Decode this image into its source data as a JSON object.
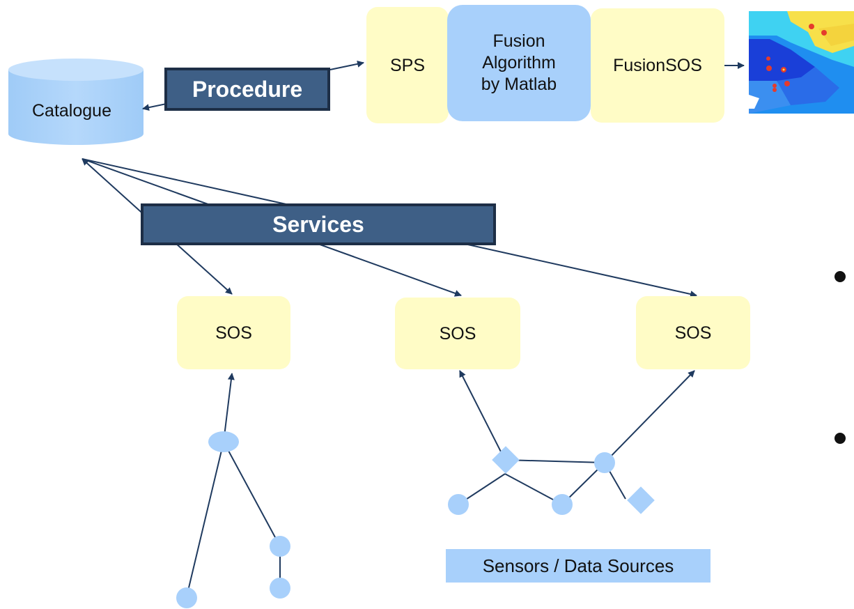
{
  "catalogue": {
    "label": "Catalogue"
  },
  "banners": {
    "procedure": "Procedure",
    "services": "Services"
  },
  "pipeline": {
    "sps": "SPS",
    "fusion_algorithm": [
      "Fusion",
      "Algorithm",
      "by Matlab"
    ],
    "fusion_sos": "FusionSOS"
  },
  "sos_nodes": [
    "SOS",
    "SOS",
    "SOS"
  ],
  "sensors_label": "Sensors / Data Sources",
  "colors": {
    "yellow_box": "#fffcc6",
    "light_blue": "#a8d0fb",
    "banner": "#3e5f86",
    "arrow": "#1f3a5f"
  }
}
